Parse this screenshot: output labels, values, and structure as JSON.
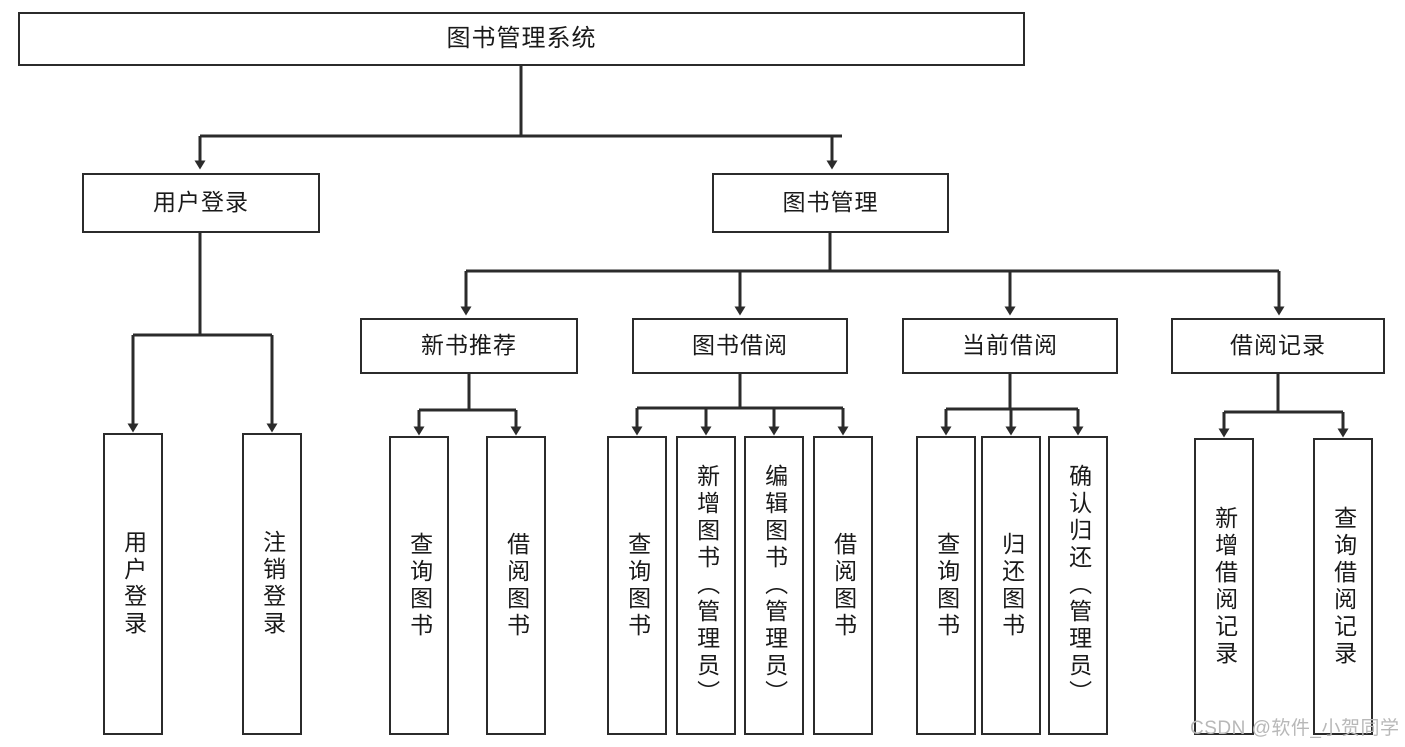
{
  "diagram": {
    "title": "图书管理系统",
    "type": "tree-structure-chart",
    "root": {
      "id": "root",
      "label": "图书管理系统"
    },
    "level1": [
      {
        "id": "user-login",
        "label": "用户登录"
      },
      {
        "id": "book-manage",
        "label": "图书管理"
      }
    ],
    "level2": [
      {
        "id": "new-book-recommend",
        "label": "新书推荐",
        "parent": "book-manage"
      },
      {
        "id": "book-borrow",
        "label": "图书借阅",
        "parent": "book-manage"
      },
      {
        "id": "current-borrow",
        "label": "当前借阅",
        "parent": "book-manage"
      },
      {
        "id": "borrow-record",
        "label": "借阅记录",
        "parent": "book-manage"
      }
    ],
    "leaves": [
      {
        "id": "leaf-user-login",
        "label": "用户登录",
        "parent": "user-login"
      },
      {
        "id": "leaf-user-logout",
        "label": "注销登录",
        "parent": "user-login"
      },
      {
        "id": "leaf-query-book-1",
        "label": "查询图书",
        "parent": "new-book-recommend"
      },
      {
        "id": "leaf-borrow-book-1",
        "label": "借阅图书",
        "parent": "new-book-recommend"
      },
      {
        "id": "leaf-query-book-2",
        "label": "查询图书",
        "parent": "book-borrow"
      },
      {
        "id": "leaf-add-book",
        "label": "新增图书（管理员）",
        "parent": "book-borrow"
      },
      {
        "id": "leaf-edit-book",
        "label": "编辑图书（管理员）",
        "parent": "book-borrow"
      },
      {
        "id": "leaf-borrow-book-2",
        "label": "借阅图书",
        "parent": "book-borrow"
      },
      {
        "id": "leaf-query-book-3",
        "label": "查询图书",
        "parent": "current-borrow"
      },
      {
        "id": "leaf-return-book",
        "label": "归还图书",
        "parent": "current-borrow"
      },
      {
        "id": "leaf-confirm-return",
        "label": "确认归还（管理员）",
        "parent": "current-borrow"
      },
      {
        "id": "leaf-add-record",
        "label": "新增借阅记录",
        "parent": "borrow-record"
      },
      {
        "id": "leaf-query-record",
        "label": "查询借阅记录",
        "parent": "borrow-record"
      }
    ],
    "watermark": "CSDN @软件_小贺同学",
    "colors": {
      "stroke": "#2b2b2b",
      "box_fill": "#ffffff",
      "text": "#1a1a1a",
      "watermark": "#b8b8b8",
      "background": "#ffffff"
    }
  }
}
